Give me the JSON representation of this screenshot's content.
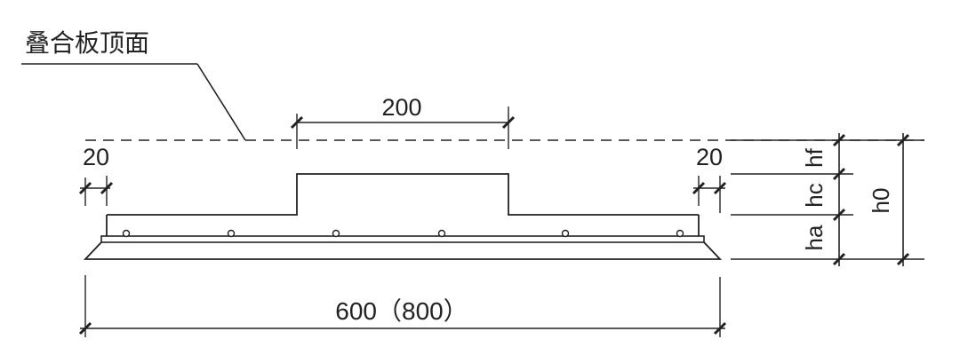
{
  "labels": {
    "top_surface": "叠合板顶面",
    "rib_width": "200",
    "left_edge": "20",
    "right_edge": "20",
    "total_width": "600（800）",
    "hf": "hf",
    "hc": "hc",
    "ha": "ha",
    "h0": "h0"
  },
  "colors": {
    "line": "#222222",
    "background": "#ffffff"
  }
}
